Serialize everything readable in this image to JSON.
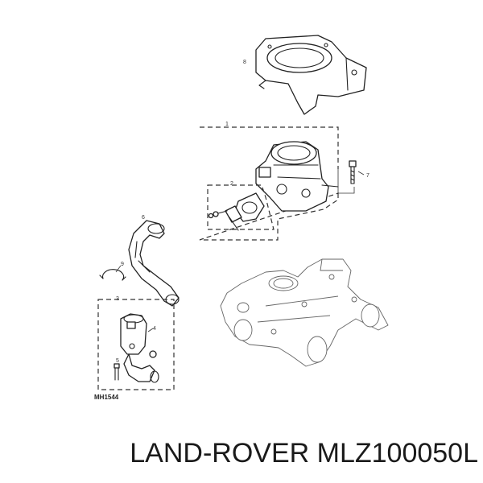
{
  "diagram": {
    "callouts": [
      "8",
      "1",
      "7",
      "2",
      "6",
      "9",
      "3",
      "4",
      "5"
    ],
    "drawing_code": "MH1544"
  },
  "caption": {
    "text": "LAND-ROVER MLZ100050L"
  }
}
